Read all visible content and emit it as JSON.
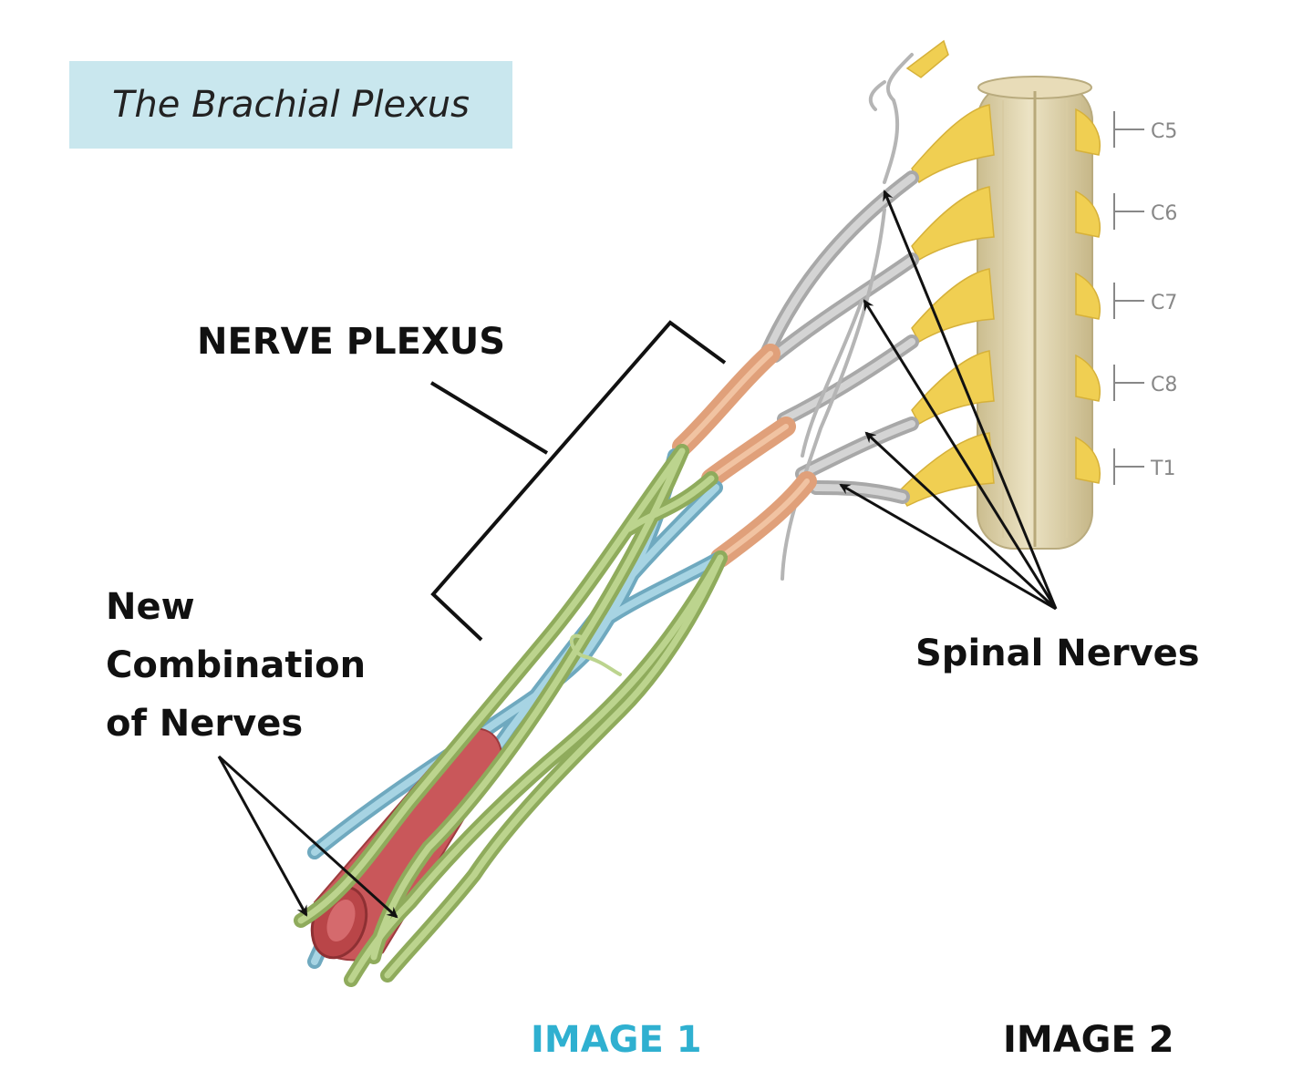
{
  "title": "The Brachial Plexus",
  "labels": {
    "nerve_plexus": "NERVE PLEXUS",
    "new_combination": [
      "New",
      "Combination",
      "of Nerves"
    ],
    "spinal_nerves": "Spinal Nerves",
    "image1": "IMAGE 1",
    "image2": "IMAGE 2"
  },
  "segments": [
    "C5",
    "C6",
    "C7",
    "C8",
    "T1"
  ],
  "colors": {
    "title_bg": "#c9e7ee",
    "image1_label": "#2fb0d0",
    "nerve_green": "#a9c27a",
    "nerve_blue": "#8fc1d4",
    "nerve_orange": "#e0a07a",
    "nerve_gray": "#bdbdbd",
    "artery_red": "#c9575a",
    "root_yellow": "#f0cf52",
    "spinal_cord": "#ddd1aa"
  }
}
